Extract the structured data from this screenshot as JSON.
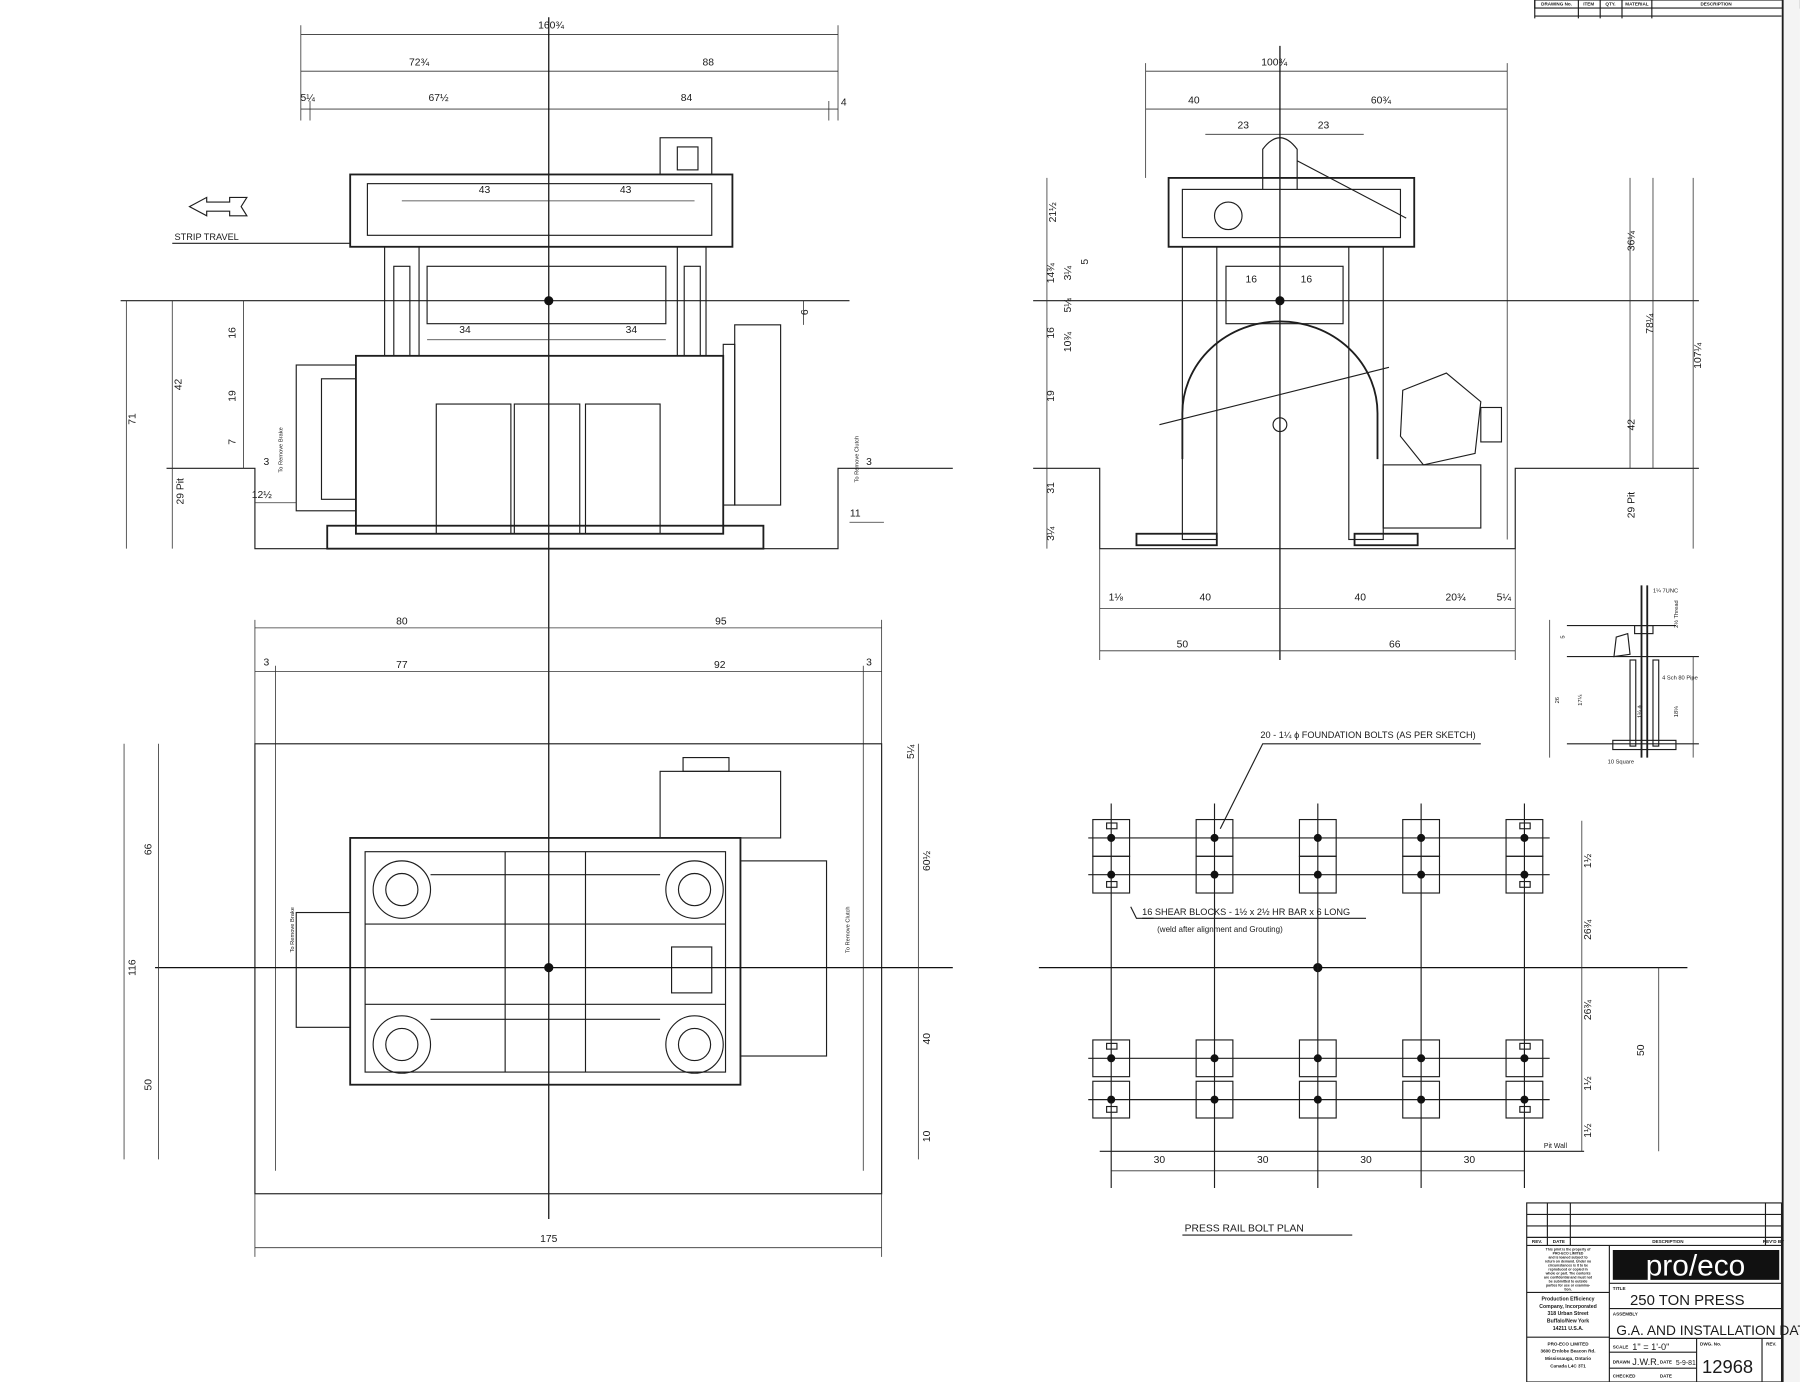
{
  "parts_list": {
    "headers": [
      "DRAWING No.",
      "ITEM",
      "QTY.",
      "MATERIAL",
      "DESCRIPTION"
    ]
  },
  "notes": {
    "strip_travel": "STRIP TRAVEL",
    "foundation_bolts": "20 - 1¼ ϕ FOUNDATION BOLTS (AS PER SKETCH)",
    "shear_blocks": "16 SHEAR BLOCKS - 1½ x 2½ HR BAR x 6 LONG",
    "shear_blocks_sub": "(weld after alignment and Grouting)",
    "bolt_plan_title": "PRESS RAIL BOLT PLAN",
    "pit_wall": "Pit Wall",
    "remove_brake": "To Remove Brake",
    "remove_clutch": "To Remove Clutch",
    "remove_brake_plan": "To Remove Brake",
    "remove_clutch_plan": "To Remove Clutch"
  },
  "detail": {
    "labels": [
      "1¼ 7UNC",
      "2½ Thread",
      "5",
      "26",
      "17¼",
      "4 Sch 80 Pipe",
      "1¼ ϕ",
      "18⅛",
      "10 Square"
    ]
  },
  "dimensions": {
    "front_view": [
      "160¾",
      "72¾",
      "88",
      "5¼",
      "67½",
      "84",
      "4",
      "43",
      "43",
      "34",
      "34",
      "6",
      "71",
      "42",
      "16",
      "19",
      "7",
      "29 Pit",
      "3",
      "12½",
      "11",
      "3"
    ],
    "side_view": [
      "100¾",
      "40",
      "60¾",
      "23",
      "23",
      "16",
      "16",
      "21½",
      "14¾",
      "3¼",
      "5",
      "5¼",
      "10¾",
      "16",
      "19",
      "31",
      "3¼",
      "36¼",
      "78¼",
      "107¼",
      "42",
      "29 Pit",
      "1⅛",
      "40",
      "40",
      "20¾",
      "5¼",
      "50",
      "66"
    ],
    "plan_view": [
      "80",
      "95",
      "3",
      "77",
      "92",
      "3",
      "116",
      "66",
      "50",
      "60½",
      "40",
      "10",
      "5¼",
      "175"
    ],
    "bolt_plan": [
      "30",
      "30",
      "30",
      "30",
      "1½",
      "26¾",
      "26¾",
      "1½",
      "1½",
      "50"
    ]
  },
  "title_block": {
    "rev_header": "REV.",
    "date_header": "DATE",
    "description_header": "DESCRIPTION",
    "revd_by_header": "REV'D BY",
    "property_notice": [
      "This print is the property of",
      "PRO-ECO LIMITED",
      "and is loaned subject to",
      "return on demand. Under no",
      "circumstances is it to be",
      "reproduced or copied in",
      "whole or part. The contents",
      "are confidential and must not",
      "be submitted to outside",
      "parties for use or examina-",
      "tion."
    ],
    "company": [
      "Production Efficiency",
      "Company, Incorporated",
      "318 Urban Street",
      "Buffalo/New York",
      "14211 U.S.A."
    ],
    "company_ca": [
      "PRO-ECO LIMITED",
      "3600 Ernlobe Beacon Rd.",
      "Mississauga, Ontario",
      "Canada L4C 3T1"
    ],
    "logo": "pro/eco",
    "title_label": "TITLE",
    "title": "250 TON PRESS",
    "assembly_label": "ASSEMBLY",
    "assembly": "G.A. AND INSTALLATION DATA",
    "scale_label": "SCALE",
    "scale": "1\" = 1'-0\"",
    "drawn_label": "DRAWN",
    "drawn": "J.W.R.",
    "date_label": "DATE",
    "date": "5-9-81",
    "checked_label": "CHECKED",
    "checked_date_label": "DATE",
    "dwg_no_label": "DWG. No.",
    "dwg_no": "12968",
    "rev_label": "REV."
  }
}
